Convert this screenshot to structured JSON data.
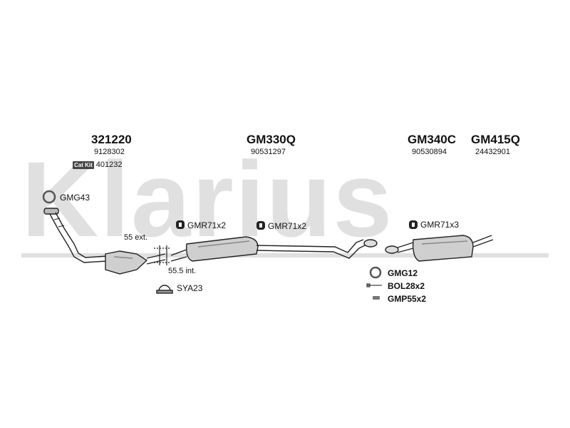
{
  "watermark": {
    "text": "Klarius"
  },
  "parts": {
    "p321220": {
      "code": "321220",
      "oe": "9128302",
      "catkit_badge": "Cat Kit",
      "catkit_number": "401232"
    },
    "p330": {
      "code": "GM330Q",
      "oe": "90531297"
    },
    "p340": {
      "code": "GM340C",
      "oe": "90530894"
    },
    "p415": {
      "code": "GM415Q",
      "oe": "24432901"
    }
  },
  "accessories": {
    "gmg43": "GMG43",
    "gmr1": "GMR71x2",
    "gmr2": "GMR71x2",
    "gmr3": "GMR71x3",
    "sya23": "SYA23",
    "gmg12": "GMG12",
    "bol28": "BOL28x2",
    "gmp55": "GMP55x2"
  },
  "notes": {
    "ext": "55 ext.",
    "int": "55.5 int."
  },
  "icons": {
    "gasket": "gasket-ring-icon",
    "hanger": "rubber-hanger-icon",
    "clamp": "clamp-icon",
    "bolt": "bolt-icon",
    "nut": "nut-icon"
  },
  "colors": {
    "watermark": "#e0e0e0",
    "line": "#222222",
    "text": "#111111"
  }
}
